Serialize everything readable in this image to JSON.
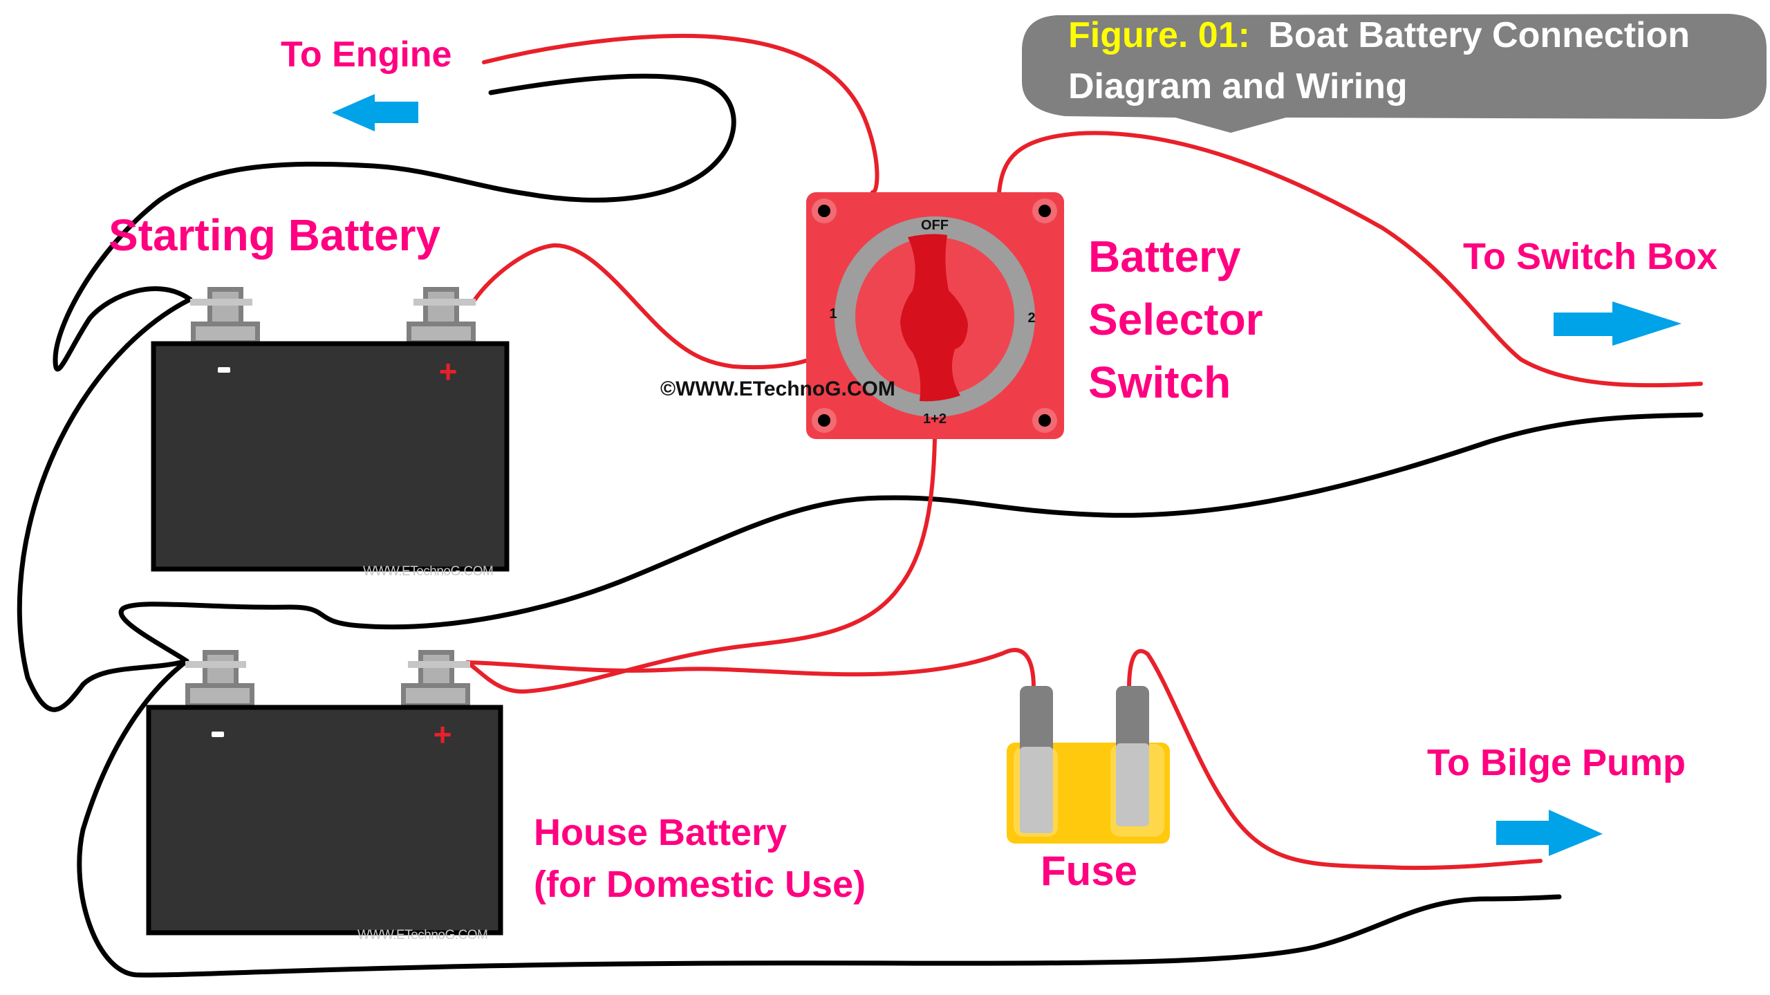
{
  "title": {
    "prefix": "Figure. 01:",
    "line1": "Boat Battery Connection",
    "line2": "Diagram and Wiring",
    "prefix_color": "#ffff00",
    "text_color": "#ffffff",
    "bubble_color": "#808080"
  },
  "labels": {
    "to_engine": "To Engine",
    "starting_battery": "Starting Battery",
    "selector_line1": "Battery",
    "selector_line2": "Selector",
    "selector_line3": "Switch",
    "to_switch_box": "To Switch Box",
    "house_battery_line1": "House Battery",
    "house_battery_line2": "(for Domestic Use)",
    "fuse": "Fuse",
    "to_bilge_pump": "To Bilge Pump",
    "label_color": "#ff0080"
  },
  "switch": {
    "positions": {
      "off": "OFF",
      "one": "1",
      "two": "2",
      "both": "1+2"
    },
    "body_color": "#ef3e4a",
    "ring_color": "#9e9e9e",
    "knob_color": "#d6101c"
  },
  "batteries": {
    "neg_symbol": "-",
    "pos_symbol": "+"
  },
  "watermarks": {
    "copyright": "©WWW.ETechnoG.COM",
    "battery1": "WWW.ETechnoG.COM",
    "battery2": "WWW.ETechnoG.COM"
  },
  "colors": {
    "arrow": "#00a2e8",
    "wire_positive": "#e8202a",
    "wire_negative": "#000000",
    "fuse_body": "#ffc90e"
  }
}
